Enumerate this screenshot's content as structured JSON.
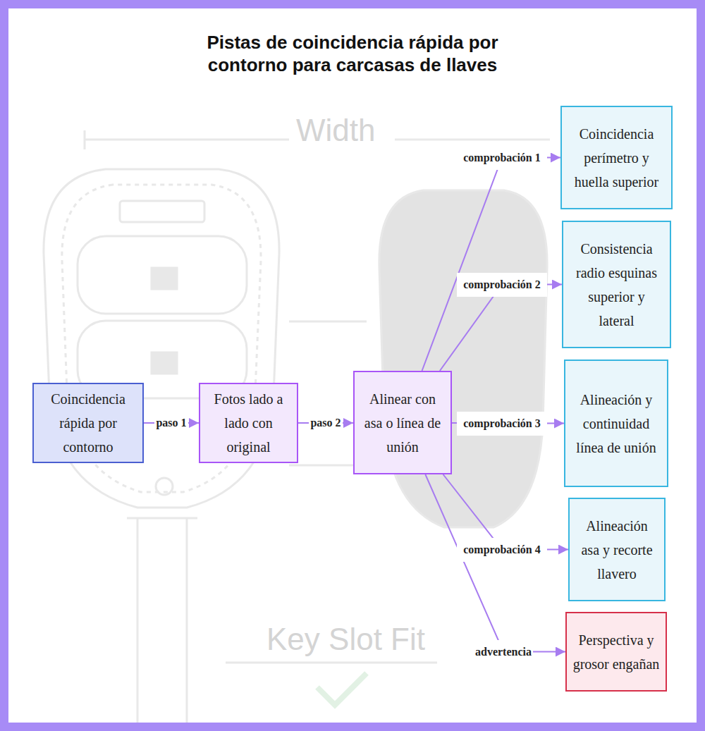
{
  "diagram": {
    "title": "Pistas de coincidencia rápida por contorno para carcasas de llaves",
    "nodes": [
      {
        "text": [
          "Coincidencia rápida por contorno"
        ]
      },
      {
        "text": [
          "Fotos lado a lado con original"
        ]
      },
      {
        "text": [
          "Alinear con asa o línea de unión"
        ]
      },
      {
        "text": [
          "Coincidencia perímetro y huella superior"
        ]
      },
      {
        "text": [
          "Consistencia radio esquinas superior y lateral"
        ]
      },
      {
        "text": [
          "Alineación y continuidad línea de unión"
        ]
      },
      {
        "text": [
          "Alineación asa y recorte llavero"
        ]
      },
      {
        "text": [
          "Perspectiva y grosor engañan"
        ]
      }
    ],
    "edges": [
      {
        "from": 0,
        "to": 1,
        "label": "paso 1",
        "arrow": "to"
      },
      {
        "from": 1,
        "to": 2,
        "label": "paso 2",
        "arrow": "to"
      },
      {
        "from": 2,
        "to": 3,
        "label": "comprobación 1",
        "arrow": "to"
      },
      {
        "from": 2,
        "to": 4,
        "label": "comprobación 2",
        "arrow": "to"
      },
      {
        "from": 2,
        "to": 5,
        "label": "comprobación 3",
        "arrow": "to"
      },
      {
        "from": 2,
        "to": 6,
        "label": "comprobación 4",
        "arrow": "to"
      },
      {
        "from": 2,
        "to": 7,
        "label": "advertencia",
        "arrow": "to"
      }
    ],
    "labels": [
      "Width",
      "Key Slot Fit"
    ]
  }
}
